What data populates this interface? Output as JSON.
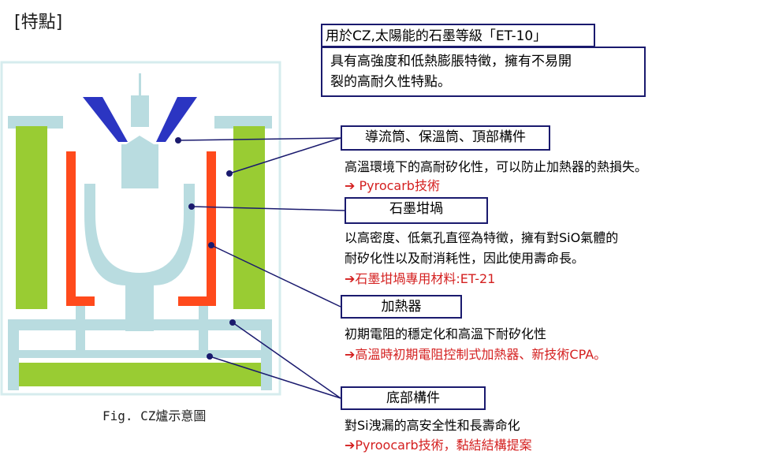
{
  "heading": "[特點]",
  "top_box": {
    "title": "用於CZ,太陽能的石墨等級「ET-10」",
    "desc_line1": "具有高強度和低熱膨脹特徵，擁有不易開",
    "desc_line2": "裂的高耐久性特點。"
  },
  "items": [
    {
      "label": "導流筒、保溫筒、頂部構件",
      "desc_line1": "高溫環境下的高耐矽化性，可以防止加熱器的熱損失。",
      "desc_line2": "",
      "note": "➔ Pyrocarb技術"
    },
    {
      "label": "石墨坩堝",
      "desc_line1": "以高密度、低氣孔直徑為特徵，擁有對SiO氣體的",
      "desc_line2": "耐矽化性以及耐消耗性，因此使用壽命長。",
      "note": "➔石墨坩堝專用材料:ET-21"
    },
    {
      "label": "加熱器",
      "desc_line1": "初期電阻的穩定化和高溫下耐矽化性",
      "desc_line2": "",
      "note": "➔高溫時初期電阻控制式加熱器、新技術CPA。"
    },
    {
      "label": "底部構件",
      "desc_line1": "對Si洩漏的高安全性和長壽命化",
      "desc_line2": "",
      "note": "➔Pyroocarb技術，黏結結構提案"
    }
  ],
  "caption": "Fig. CZ爐示意圖",
  "colors": {
    "frame": "#d6ecee",
    "structure": "#b9dce0",
    "insulation": "#99cc33",
    "heater": "#ff4a1c",
    "top_part": "#2b35c2",
    "box_border": "#1a1a6e",
    "note_red": "#d42020",
    "leader": "#1a1a6e"
  }
}
